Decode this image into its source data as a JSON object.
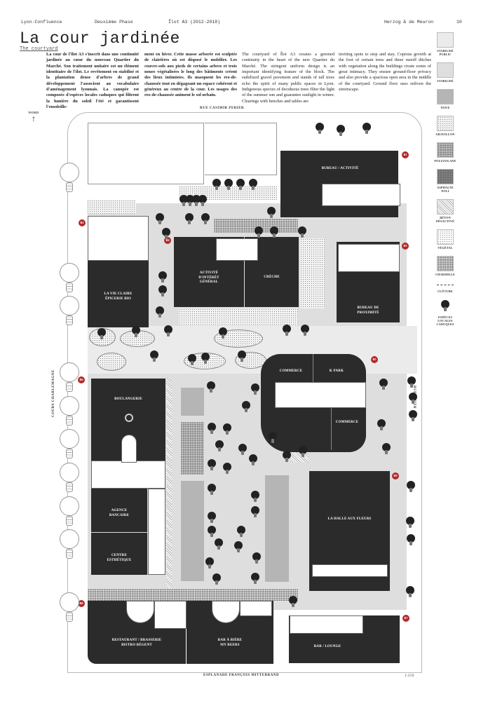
{
  "header": {
    "project": "Lyon-Confluence",
    "phase": "Deuxième Phase",
    "block": "Îlot A3 (2012-2018)",
    "architect": "Herzog & de Meuron",
    "page_number": "10"
  },
  "title": "La cour jardinée",
  "subtitle": "The courtyard",
  "text_fr": {
    "col1": "La cour de l'îlot A3 s'inscrit dans une continuité jardinée au cœur du nouveau Quartier du Marché. Son traitement unitaire est un élément identitaire de l'îlot. Le revêtement en stabilisé et la plantation dense d'arbres de grand développement l'associent au vocabulaire d'aménagement lyonnais. La canopée est composée d'espèces locales caduques qui filtrent la lumière du soleil l'été et garantissent l'ensoleille-",
    "col2": "ment en hiver. Cette masse arborée est sculptée de clairières où est disposé le mobilier. Les couvre-sols aux pieds de certains arbres et trois noues végétalisées le long des bâtiments créent des lieux intimistes. Ils masquent les rez-de-chaussée tout en dégageant un espace cohérent et généreux au centre de la cour. Les usages des rez-de-chaussée animent le sol urbain."
  },
  "text_en": {
    "col1": "The courtyard of Îlot A3 creates a greened continuity in the heart of the new Quartier du Marché. The stringent uniform design is an important identifying feature of the block. The stabilized gravel pavement and stands of tall trees echo the spirit of many public spaces in Lyon. Indigenous species of deciduous trees filter the light of the summer sun and guarantee sunlight in winter. Clearings with benches and tables are",
    "col2": "inviting spots to stop and stay. Copious growth at the foot of certain trees and three runoff ditches with vegetation along the buildings create zones of great intimacy. They ensure ground-floor privacy and also provide a spacious open area in the middle of the courtyard. Ground floor uses enliven the streetscape."
  },
  "legend": [
    {
      "label": "STABILISÉ PUBLIC",
      "pattern": "stabpub"
    },
    {
      "label": "STABILISÉ",
      "pattern": "stab"
    },
    {
      "label": "NOUE",
      "pattern": "noue"
    },
    {
      "label": "GRAVILLON",
      "pattern": "gravel"
    },
    {
      "label": "POUZZOLANE",
      "pattern": "pouz"
    },
    {
      "label": "ASPHALTE POLI",
      "pattern": "asphalte"
    },
    {
      "label": "BÉTON DÉSACTIVÉ",
      "pattern": "hatch"
    },
    {
      "label": "VÉGÉTAL",
      "pattern": "vegetal"
    },
    {
      "label": "CHARMILLE",
      "pattern": "charmille"
    },
    {
      "label": "CLÔTURE",
      "pattern": "cloture"
    },
    {
      "label": "ESPÈCES LOCALES CADUQUES",
      "pattern": "tree"
    }
  ],
  "map": {
    "north_label": "NORD",
    "north_arrow": "↑",
    "scale": "1:250",
    "streets": {
      "north": "RUE CASIMIR PERIER",
      "east": "RUE SMITH",
      "west": "COURS CHARLEMAGNE",
      "south": "ESPLANADE FRANÇOIS MITTERRAND"
    },
    "buildings": {
      "b1": "BUREAU / ACTIVITÉ",
      "b2a": "LA VIE CLAIRE",
      "b2b": "ÉPICERIE BIO",
      "b4a": "ACTIVITÉ",
      "b4b": "D'INTÉRÊT",
      "b4c": "GÉNÉRAL",
      "creche": "CRÈCHE",
      "b3a": "BUREAU DE",
      "b3b": "PROXIMITÉ",
      "commerce1": "COMMERCE",
      "kpark": "K PARK",
      "commerce2": "COMMERCE",
      "boulangerie": "BOULANGERIE",
      "agence_a": "AGENCE",
      "agence_b": "BANCAIRE",
      "centre_a": "CENTRE",
      "centre_b": "ESTHÉTIQUE",
      "halle": "LA HALLE AUX FLEURS",
      "resto_a": "RESTAURANT / BRASSERIE",
      "resto_b": "BISTRO RÉGENT",
      "bar_a": "BAR À BIÈRE",
      "bar_b": "MY BEERS",
      "lounge": "BAR / LOUNGE"
    },
    "markers": [
      "B1",
      "B2",
      "B3",
      "B4",
      "B5",
      "B6",
      "B7",
      "B8",
      "B9"
    ]
  }
}
